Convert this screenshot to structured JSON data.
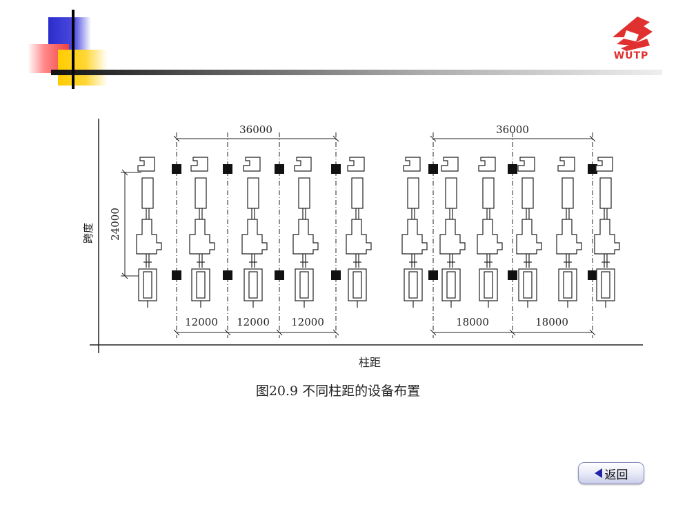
{
  "brand": {
    "logo_text": "WUTP",
    "logo_color": "#e03030"
  },
  "diagram": {
    "span_label": "24000",
    "y_axis_label": "跨度",
    "x_axis_label": "柱距",
    "left_group_total": "36000",
    "right_group_total": "36000",
    "left_bays": [
      "12000",
      "12000",
      "12000"
    ],
    "right_bays": [
      "18000",
      "18000"
    ]
  },
  "caption": "图20.9  不同柱距的设备布置",
  "nav": {
    "back_label": "返回",
    "back_icon": "left-triangle-icon"
  }
}
